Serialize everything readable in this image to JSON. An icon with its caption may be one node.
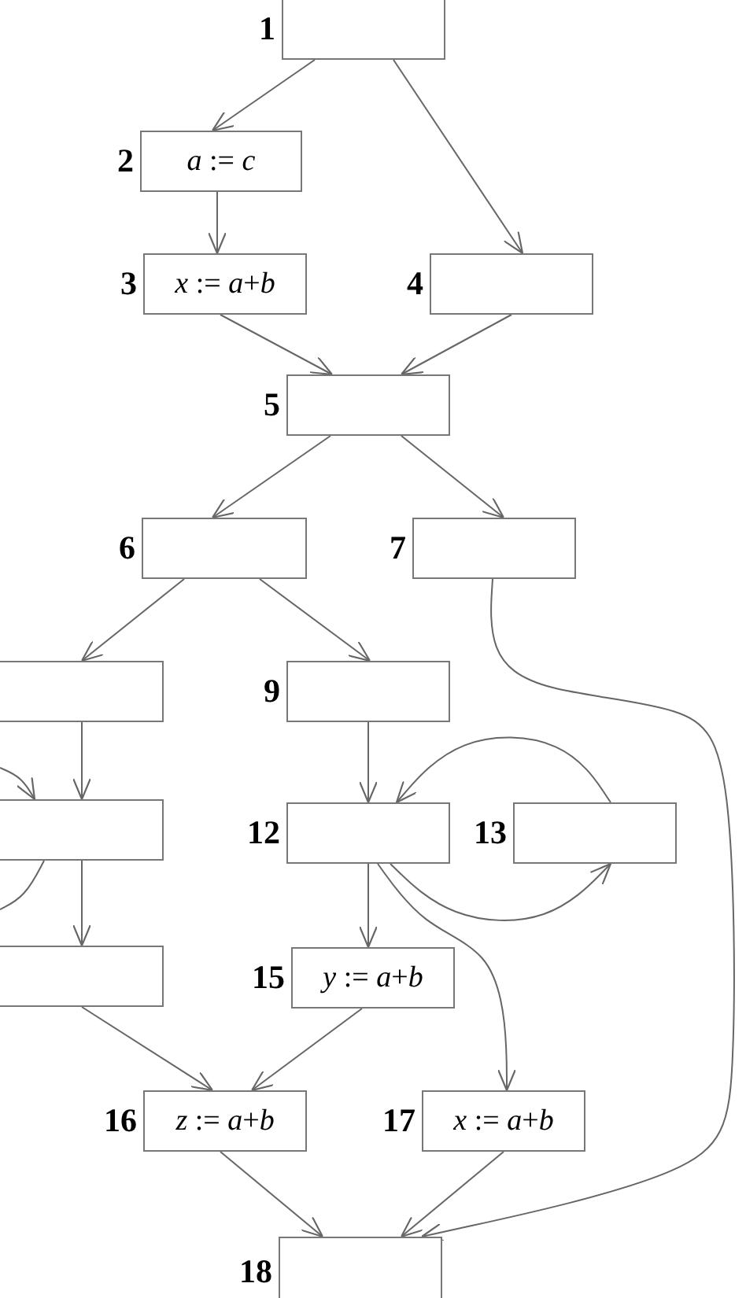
{
  "diagram": {
    "nodes": [
      {
        "text": [
          "1"
        ]
      },
      {
        "text": [
          "2",
          "*a* := *c*"
        ]
      },
      {
        "text": [
          "3",
          "*x* := *a*+*b*"
        ]
      },
      {
        "text": [
          "4"
        ]
      },
      {
        "text": [
          "5"
        ]
      },
      {
        "text": [
          "6"
        ]
      },
      {
        "text": [
          "7"
        ]
      },
      {
        "text": [],
        "shape": "box"
      },
      {
        "text": [
          "9"
        ]
      },
      {
        "text": [],
        "shape": "box"
      },
      {
        "text": [
          "12"
        ]
      },
      {
        "text": [
          "13"
        ]
      },
      {
        "text": [],
        "shape": "box"
      },
      {
        "text": [
          "15",
          "*y* := *a*+*b*"
        ]
      },
      {
        "text": [
          "16",
          "*z* := *a*+*b*"
        ]
      },
      {
        "text": [
          "17",
          "*x* := *a*+*b*"
        ]
      },
      {
        "text": [
          "18"
        ]
      }
    ],
    "edges": [
      {
        "from": 0,
        "to": 1,
        "arrow": "to"
      },
      {
        "from": 0,
        "to": 3,
        "arrow": "to"
      },
      {
        "from": 1,
        "to": 2,
        "arrow": "to"
      },
      {
        "from": 2,
        "to": 4,
        "arrow": "to"
      },
      {
        "from": 3,
        "to": 4,
        "arrow": "to"
      },
      {
        "from": 4,
        "to": 5,
        "arrow": "to"
      },
      {
        "from": 4,
        "to": 6,
        "arrow": "to"
      },
      {
        "from": 5,
        "to": 7,
        "arrow": "to"
      },
      {
        "from": 5,
        "to": 8,
        "arrow": "to"
      },
      {
        "from": 7,
        "to": 9,
        "arrow": "to"
      },
      {
        "from": 8,
        "to": 10,
        "arrow": "to"
      },
      {
        "from": 9,
        "to": 12,
        "arrow": "to"
      },
      {
        "from": 10,
        "to": 13,
        "arrow": "to"
      },
      {
        "from": 10,
        "to": 11,
        "arrow": "to"
      },
      {
        "from": 11,
        "to": 10,
        "arrow": "to"
      },
      {
        "from": 10,
        "to": 15,
        "arrow": "to"
      },
      {
        "from": 12,
        "to": 14,
        "arrow": "to"
      },
      {
        "from": 13,
        "to": 14,
        "arrow": "to"
      },
      {
        "from": 14,
        "to": 16,
        "arrow": "to"
      },
      {
        "from": 15,
        "to": 16,
        "arrow": "to"
      },
      {
        "from": 6,
        "to": 16,
        "arrow": "to"
      },
      {
        "from": null,
        "to": 9,
        "arrow": "to"
      },
      {
        "from": 9,
        "to": null,
        "arrow": "none"
      }
    ]
  }
}
